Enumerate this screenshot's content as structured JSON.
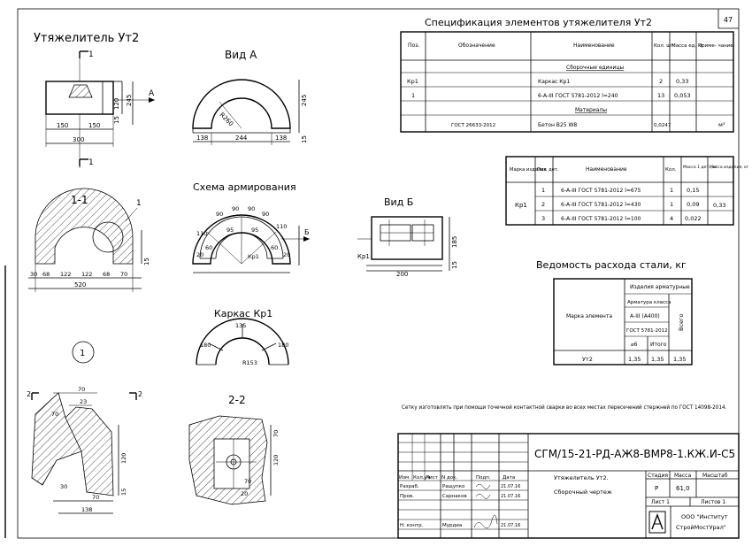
{
  "sheet": {
    "page_number": "47",
    "title_left": "Утяжелитель Ут2",
    "view_a": "Вид А",
    "view_b": "Вид Б",
    "section_11": "1-1",
    "section_22": "2-2",
    "scheme": "Схема армирования",
    "frame": "Каркас Кр1",
    "callout": "1",
    "arrow_a": "А",
    "arrow_b": "Б",
    "cut_1": "1",
    "cut_2": "2"
  },
  "dims": {
    "top_view": [
      "150",
      "150",
      "300",
      "120",
      "245",
      "15"
    ],
    "view_a": [
      "138",
      "244",
      "138",
      "R260",
      "245",
      "15"
    ],
    "section_11": [
      "30",
      "68",
      "122",
      "122",
      "68",
      "70",
      "520",
      "15"
    ],
    "frame_dims": [
      "180",
      "135",
      "180",
      "R153"
    ],
    "view_b": [
      "200",
      "185",
      "15",
      "Кр1"
    ],
    "detail_1": [
      "70",
      "23",
      "70",
      "120",
      "30",
      "70",
      "138",
      "15"
    ],
    "detail_2": [
      "70",
      "120",
      "70",
      "20"
    ],
    "scheme": [
      "90",
      "90",
      "90",
      "90",
      "110",
      "110",
      "95",
      "95",
      "60",
      "60",
      "20",
      "20",
      "Кр1"
    ]
  },
  "spec": {
    "title": "Спецификация элементов утяжелителя Ут2",
    "headers": [
      "Поз.",
      "Обозначение",
      "Наименование",
      "Кол. шт.",
      "Масса ед. кг",
      "Приме- чание"
    ],
    "rows": [
      [
        "",
        "",
        "Сборочные единицы",
        "",
        "",
        ""
      ],
      [
        "Кр1",
        "",
        "Каркас Кр1",
        "2",
        "0,33",
        ""
      ],
      [
        "1",
        "",
        "6-А-III ГОСТ 5781-2012 l=240",
        "13",
        "0,053",
        ""
      ],
      [
        "",
        "",
        "Материалы",
        "",
        "",
        ""
      ],
      [
        "",
        "ГОСТ 26633-2012",
        "Бетон В25 W8",
        "0,0247",
        "",
        "м³"
      ]
    ]
  },
  "frame_table": {
    "headers": [
      "Марка изделия",
      "Поз. дет.",
      "Наименование",
      "Кол.",
      "Масса 1 дет., кг",
      "Масса изделия, кг"
    ],
    "mark": "Кр1",
    "total": "0,33",
    "rows": [
      [
        "1",
        "6-А-III ГОСТ 5781-2012 l=675",
        "1",
        "0,15"
      ],
      [
        "2",
        "6-А-III ГОСТ 5781-2012 l=430",
        "1",
        "0,09"
      ],
      [
        "3",
        "6-А-III ГОСТ 5781-2012 l=100",
        "4",
        "0,022"
      ]
    ]
  },
  "steel": {
    "title": "Ведомость расхода стали, кг",
    "h_group": "Изделия арматурные",
    "h_class": "Арматура класса",
    "h_a": "А-III (А400)",
    "h_gost": "ГОСТ 5781-2012",
    "h_d": "⌀6",
    "h_sum": "Итого",
    "h_total": "Всего",
    "h_mark": "Марка элемента",
    "row": [
      "Ут2",
      "1,35",
      "1,35",
      "1,35"
    ]
  },
  "note": "Сетку изготовлять при помощи точечной контактной сварки во всех местах пересечений стержней по ГОСТ 14098-2014.",
  "stamp": {
    "code": "СГМ/15-21-РД-АЖ8-ВМР8-1.КЖ.И-С5",
    "h_izm": "Изм.",
    "h_kol": "Кол.уч",
    "h_list": "Лист",
    "h_ndok": "N док.",
    "h_podp": "Подп.",
    "h_data": "Дата",
    "razrab": "Разраб.",
    "razrab_name": "Ращупко",
    "razrab_date": "21.07.16",
    "prov": "Пров.",
    "prov_name": "Сарнаков",
    "prov_date": "21.07.16",
    "nkontr": "Н. контр.",
    "nkontr_name": "Мурдиа",
    "nkontr_date": "21.07.16",
    "name1": "Утяжелитель Ут2.",
    "name2": "Сборочный чертеж",
    "h_stage": "Стадия",
    "h_mass": "Масса",
    "h_scale": "Масштаб",
    "stage": "Р",
    "mass": "61,0",
    "sheet": "Лист 1",
    "sheets": "Листов 1",
    "org1": "ООО \"Институт",
    "org2": "СтройМостУрал\""
  }
}
